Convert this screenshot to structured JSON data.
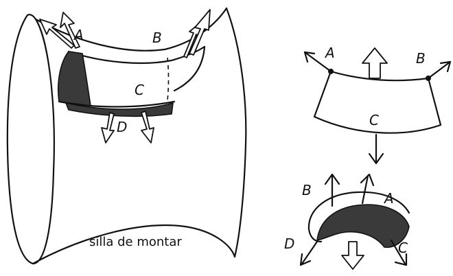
{
  "labels": {
    "saddle_a": "A",
    "saddle_b": "B",
    "saddle_c": "C",
    "saddle_d": "D",
    "top_a": "A",
    "top_b": "B",
    "top_c": "C",
    "bottom_a": "A",
    "bottom_b": "B",
    "bottom_c": "C",
    "bottom_d": "D"
  },
  "caption": "silla de montar"
}
